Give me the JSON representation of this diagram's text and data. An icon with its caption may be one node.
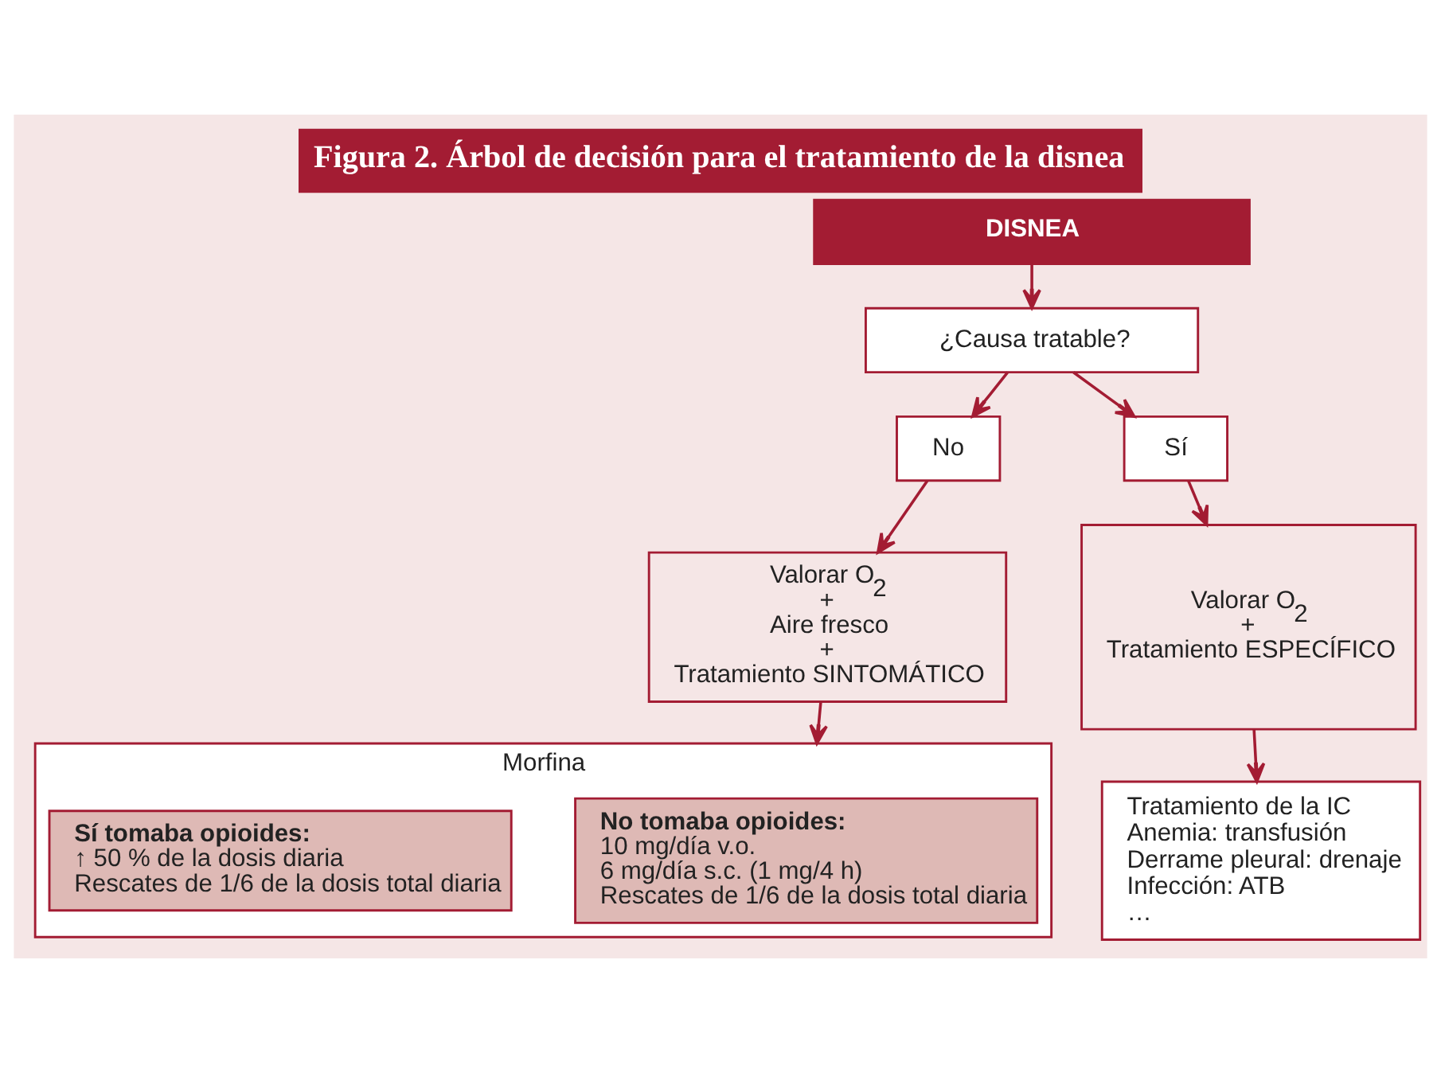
{
  "diagram": {
    "title": "Figura 2. Árbol de decisión para el tratamiento de la disnea",
    "nodes": [
      {
        "text": [
          "DISNEA"
        ]
      },
      {
        "text": [
          "¿Causa tratable?"
        ]
      },
      {
        "text": [
          "No"
        ]
      },
      {
        "text": [
          "Sí"
        ]
      },
      {
        "text": [
          "Valorar O$_{2}$",
          "+",
          "Aire fresco",
          "+",
          "Tratamiento SINTOMÁTICO"
        ]
      },
      {
        "text": [
          "Valorar O$_{2}$",
          "+",
          "Tratamiento ESPECÍFICO"
        ]
      },
      {
        "text": [
          "Morfina"
        ]
      },
      {
        "text": [
          "No tomaba opioides:",
          "10 mg/día v.o.",
          "6 mg/día s.c. (1 mg/4 h)",
          "Rescates de 1/6 de la dosis total diaria"
        ],
        "in": 6
      },
      {
        "text": [
          "Sí tomaba opioides:",
          "↑ 50 % de la dosis diaria",
          "Rescates de 1/6 de la dosis total diaria"
        ],
        "in": 6
      },
      {
        "text": [
          "Tratamiento de la IC",
          "Anemia: transfusión",
          "Derrame pleural: drenaje",
          "Infección: ATB",
          "…"
        ]
      }
    ],
    "edges": [
      {
        "from": 0,
        "to": 1,
        "arrow": "to"
      },
      {
        "from": 1,
        "to": 2,
        "arrow": "to"
      },
      {
        "from": 1,
        "to": 3,
        "arrow": "to"
      },
      {
        "from": 2,
        "to": 4,
        "arrow": "to"
      },
      {
        "from": 3,
        "to": 5,
        "arrow": "to"
      },
      {
        "from": 4,
        "to": 6,
        "arrow": "to"
      },
      {
        "from": 5,
        "to": 9,
        "arrow": "to"
      }
    ]
  }
}
